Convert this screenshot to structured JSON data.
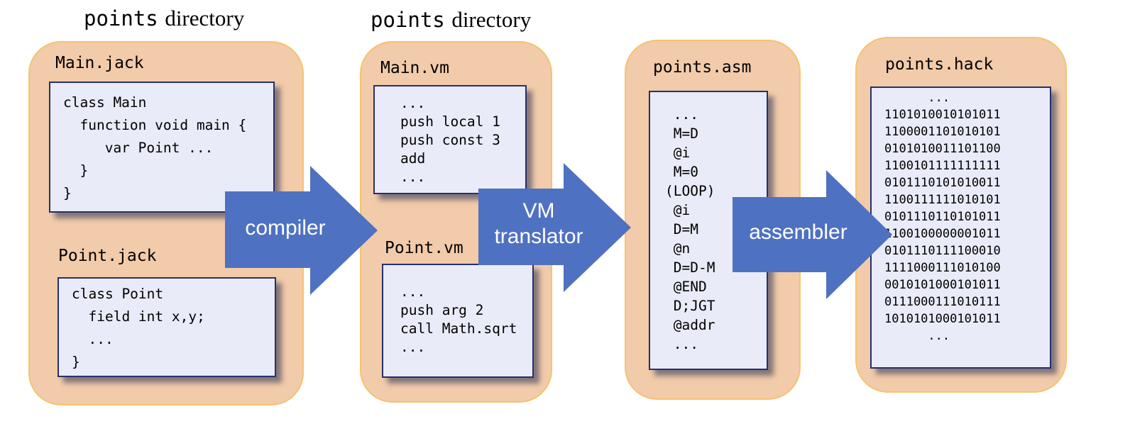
{
  "headings": {
    "left": {
      "mono": "points",
      "serif": "directory"
    },
    "right": {
      "mono": "points",
      "serif": "directory"
    }
  },
  "files": {
    "main_jack": {
      "name": "Main.jack",
      "lines": [
        "class Main",
        "  function void main {",
        "     var Point ...",
        "  }",
        "}"
      ]
    },
    "point_jack": {
      "name": "Point.jack",
      "lines": [
        "class Point",
        "  field int x,y;",
        "  ...",
        "}"
      ]
    },
    "main_vm": {
      "name": "Main.vm",
      "lines": [
        "...",
        "push local 1",
        "push const 3",
        "add",
        "..."
      ]
    },
    "point_vm": {
      "name": "Point.vm",
      "lines": [
        "...",
        "push arg 2",
        "call Math.sqrt",
        "..."
      ]
    },
    "points_asm": {
      "name": "points.asm",
      "lines": [
        " ...",
        " M=D",
        " @i",
        " M=0",
        "(LOOP)",
        " @i",
        " D=M",
        " @n",
        " D=D-M",
        " @END",
        " D;JGT",
        " @addr",
        " ..."
      ]
    },
    "points_hack": {
      "name": "points.hack",
      "lines": [
        "      ...",
        "1101010010101011",
        "1100001101010101",
        "0101010011101100",
        "1100101111111111",
        "0101110101010011",
        "1100111111010101",
        "0101110110101011",
        "1100100000001011",
        "0101110111100010",
        "1111000111010100",
        "0010101000101011",
        "0111000111010111",
        "1010101000101011",
        "      ..."
      ]
    }
  },
  "arrows": {
    "compiler": [
      "compiler"
    ],
    "vm_translator": [
      "VM",
      "translator"
    ],
    "assembler": [
      "assembler"
    ]
  },
  "colors": {
    "panel_fill": "#f2cbaa",
    "panel_border": "#f5c36e",
    "arrow_fill": "#4f71c1",
    "codebox_fill": "#e9ebf8",
    "codebox_border": "#26306a"
  }
}
